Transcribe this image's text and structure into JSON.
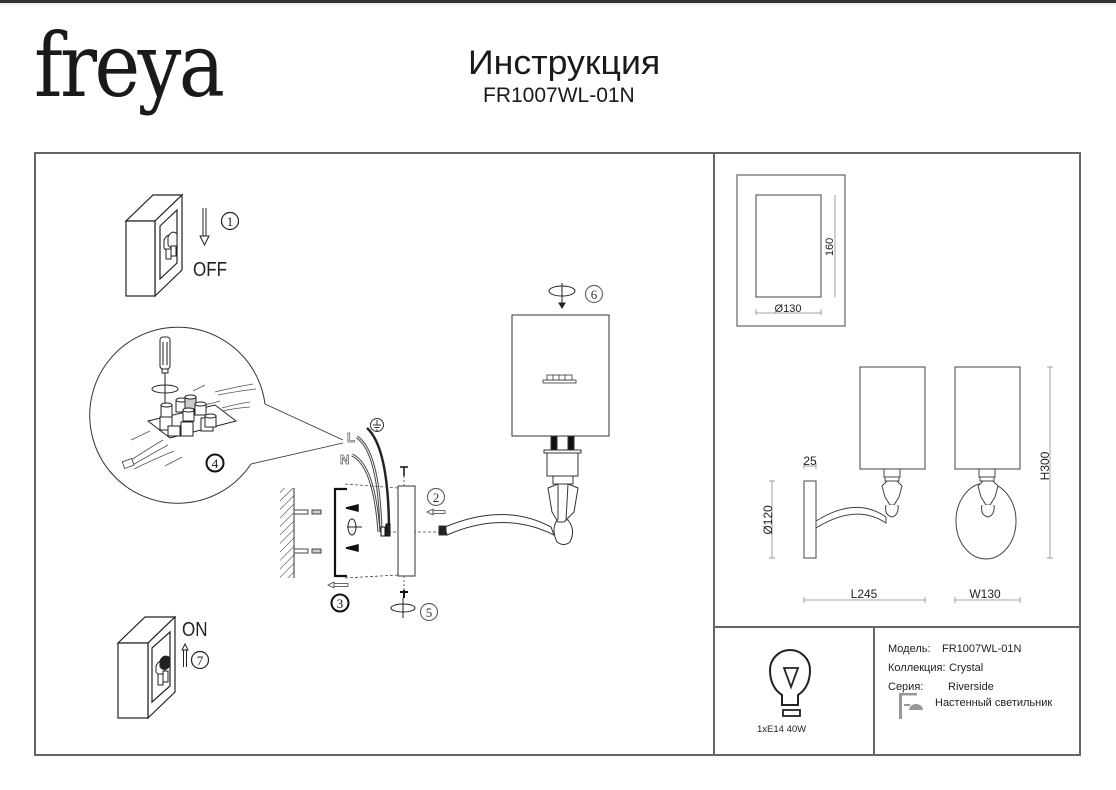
{
  "header": {
    "brand": "freya",
    "title": "Инструкция",
    "model_code": "FR1007WL-01N"
  },
  "steps": [
    {
      "number": "1",
      "label": "OFF",
      "icon": "switch-off-icon",
      "description": "Turn off power switch"
    },
    {
      "number": "2",
      "label": "",
      "icon": "arrow-left-icon"
    },
    {
      "number": "3",
      "label": "",
      "icon": "arrow-left-icon"
    },
    {
      "number": "4",
      "label": "",
      "icon": "terminal-block-icon"
    },
    {
      "number": "5",
      "label": "",
      "icon": "rotate-icon"
    },
    {
      "number": "6",
      "label": "",
      "icon": "rotate-icon"
    },
    {
      "number": "7",
      "label": "ON",
      "icon": "switch-on-icon",
      "description": "Turn on power switch"
    }
  ],
  "wiring": {
    "live": "L",
    "neutral": "N",
    "ground_icon": "ground-icon"
  },
  "dimensions": {
    "shade_diameter": "Ø130",
    "shade_height": "160",
    "base_depth": "25",
    "base_diameter": "Ø120",
    "length": "L245",
    "width": "W130",
    "height": "H300"
  },
  "specs": {
    "bulb": "1xE14 40W",
    "model_label": "Модель:",
    "model_value": "FR1007WL-01N",
    "collection_label": "Коллекция:",
    "collection_value": "Crystal",
    "series_label": "Серия:",
    "series_value": "Riverside",
    "type_value": "Настенный светильник",
    "type_icon": "wall-lamp-icon"
  }
}
